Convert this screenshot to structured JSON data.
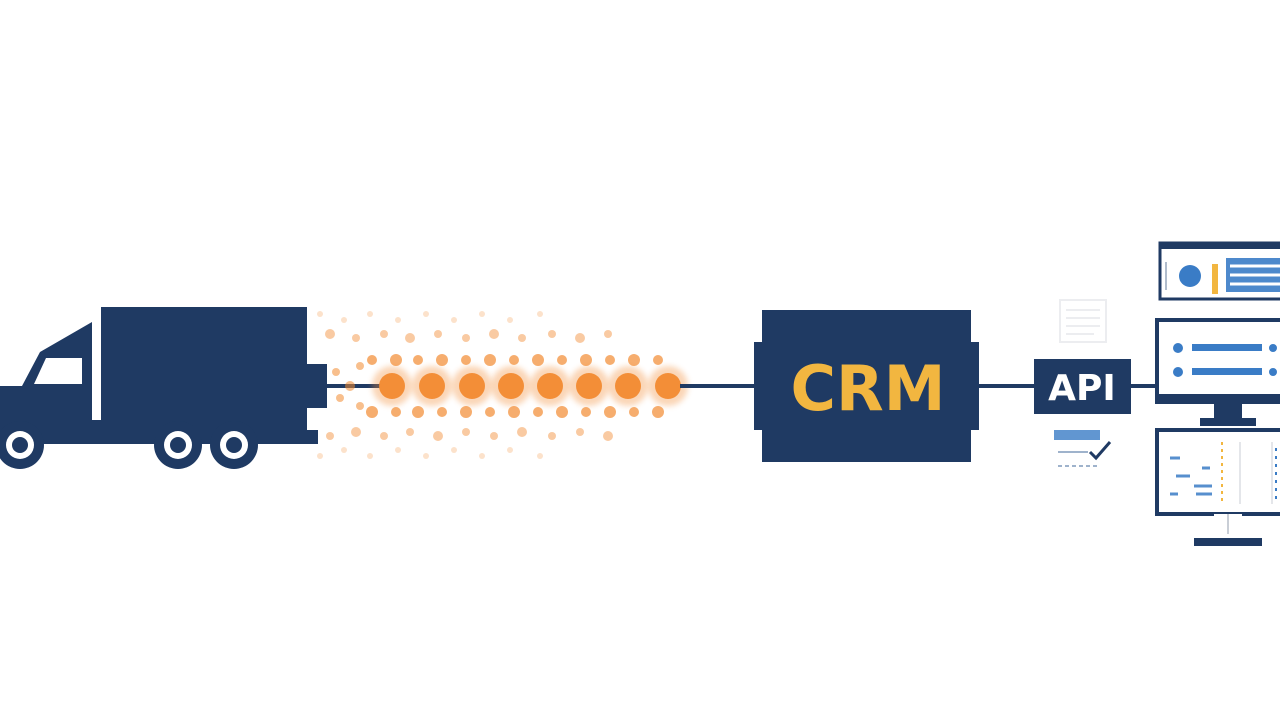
{
  "diagram": {
    "crm_label": "CRM",
    "api_label": "API"
  },
  "colors": {
    "navy": "#1f3a63",
    "orange": "#f28a30",
    "crm_text": "#f2b640",
    "blue_accent": "#3a7cc6",
    "background": "#ffffff"
  },
  "icons": {
    "truck": "truck-icon",
    "data_stream": "data-particles",
    "crm": "crm-box",
    "api": "api-box",
    "document": "document-icon",
    "checklist": "checklist-icon",
    "monitors": "dashboard-monitors"
  }
}
